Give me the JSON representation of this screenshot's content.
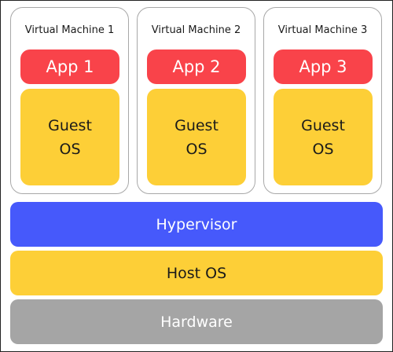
{
  "colors": {
    "app": "#f9434a",
    "guest_os": "#fdcf37",
    "hypervisor": "#4659fb",
    "host_os": "#fdcf37",
    "hardware": "#a5a5a5",
    "hypervisor_text": "#ffffff",
    "host_os_text": "#1a1a1a",
    "hardware_text": "#ffffff"
  },
  "vms": [
    {
      "title": "Virtual Machine 1",
      "app": "App 1",
      "guest_os_line1": "Guest",
      "guest_os_line2": "OS"
    },
    {
      "title": "Virtual Machine 2",
      "app": "App 2",
      "guest_os_line1": "Guest",
      "guest_os_line2": "OS"
    },
    {
      "title": "Virtual Machine 3",
      "app": "App 3",
      "guest_os_line1": "Guest",
      "guest_os_line2": "OS"
    }
  ],
  "layers": {
    "hypervisor": "Hypervisor",
    "host_os": "Host OS",
    "hardware": "Hardware"
  }
}
